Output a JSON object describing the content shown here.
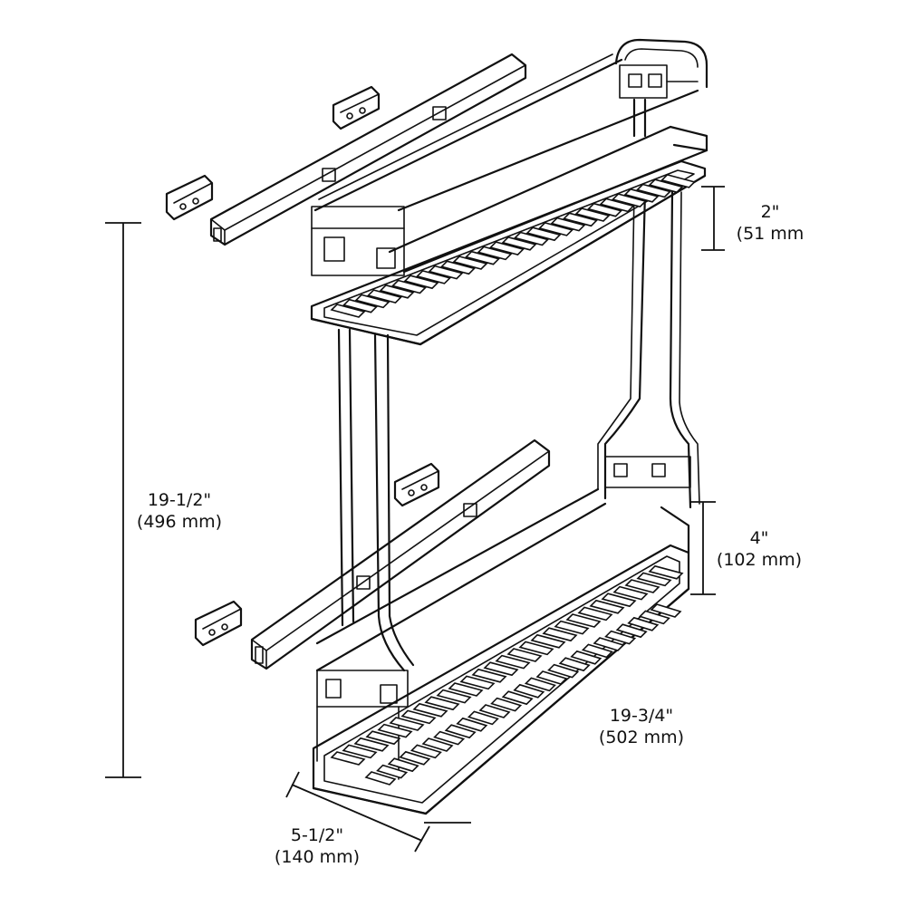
{
  "dimensions": [
    {
      "id": "height",
      "imperial": "19-1/2\"",
      "metric": "(496 mm)"
    },
    {
      "id": "top-rail",
      "imperial": "2\"",
      "metric": "(51 mm"
    },
    {
      "id": "bottom-rail",
      "imperial": "4\"",
      "metric": "(102 mm)"
    },
    {
      "id": "depth",
      "imperial": "19-3/4\"",
      "metric": "(502 mm)"
    },
    {
      "id": "width",
      "imperial": "5-1/2\"",
      "metric": "(140 mm)"
    }
  ]
}
